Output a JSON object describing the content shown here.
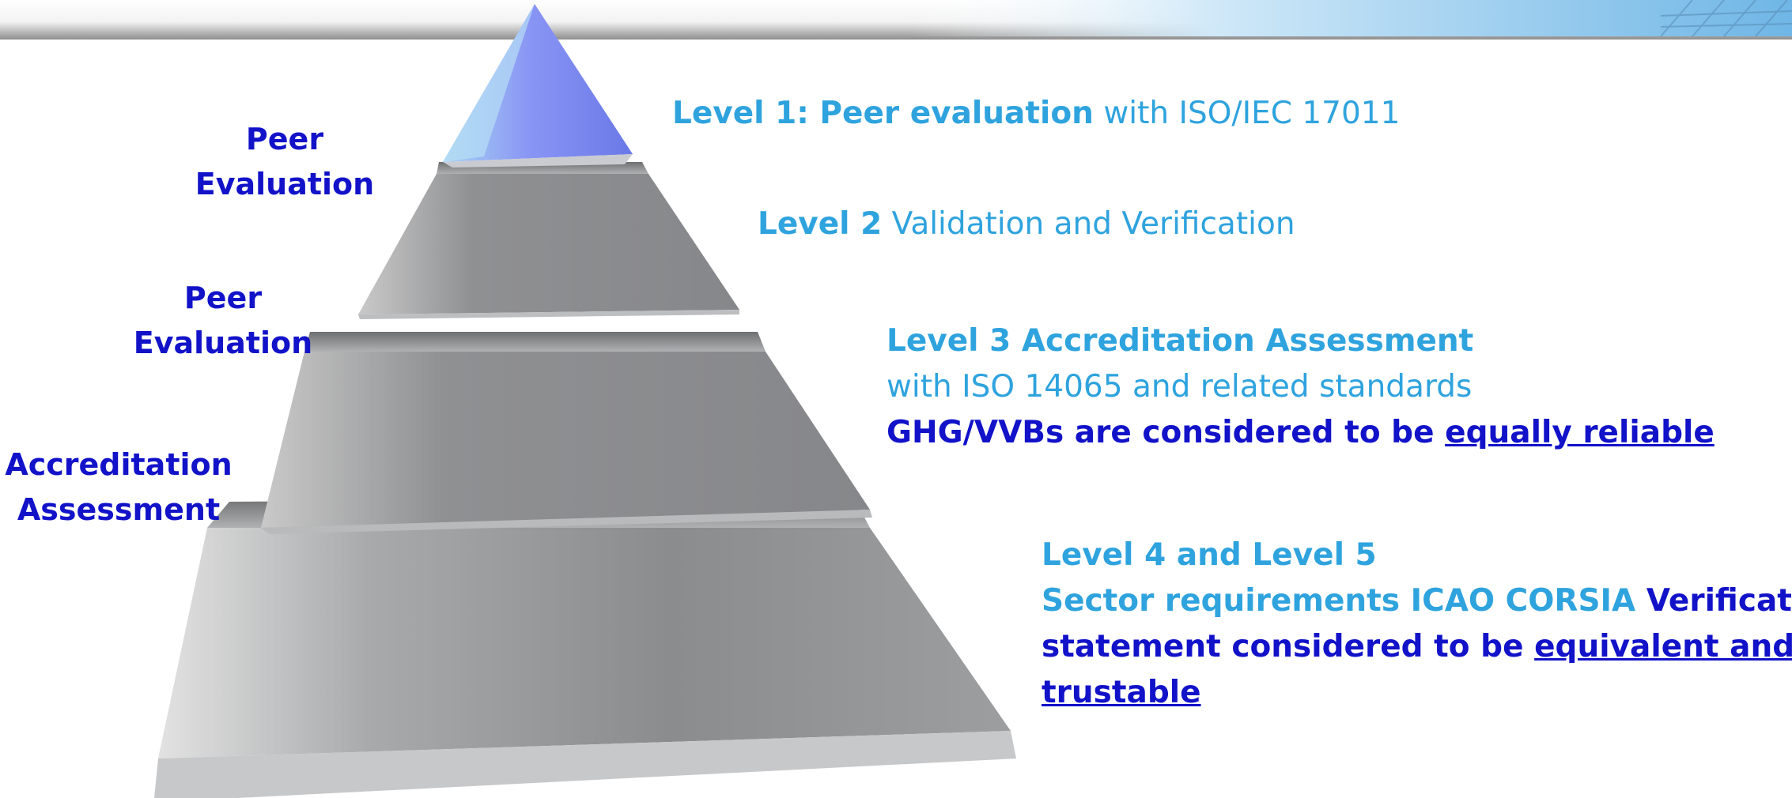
{
  "left_labels": {
    "top": [
      "Peer",
      "Evaluation"
    ],
    "middle": [
      "Peer",
      "Evaluation"
    ],
    "bottom": [
      "Accreditation",
      "Assessment"
    ]
  },
  "levels": {
    "level1": {
      "bold": "Level 1: Peer evaluation",
      "rest": " with ISO/IEC 17011"
    },
    "level2": {
      "bold": "Level 2",
      "rest": " Validation and Verification"
    },
    "level3": {
      "title": "Level 3 Accreditation Assessment",
      "line2": "with ISO 14065 and related standards",
      "line3_prefix": "GHG/VVBs are considered to be ",
      "line3_underlined": "equally reliable"
    },
    "level45": {
      "title": "Level 4 and Level 5",
      "line2_light": "Sector requirements ICAO CORSIA  ",
      "line2_dark": "Verification",
      "line3_prefix": "statement considered to be ",
      "line3_underlined": "equivalent and",
      "line4_underlined": "trustable"
    }
  },
  "colors": {
    "label_navy": "#1212c9",
    "level_blue": "#2ea3de",
    "tier_gray": "#8a8b8d",
    "apex_blue": "#7a86f0"
  }
}
